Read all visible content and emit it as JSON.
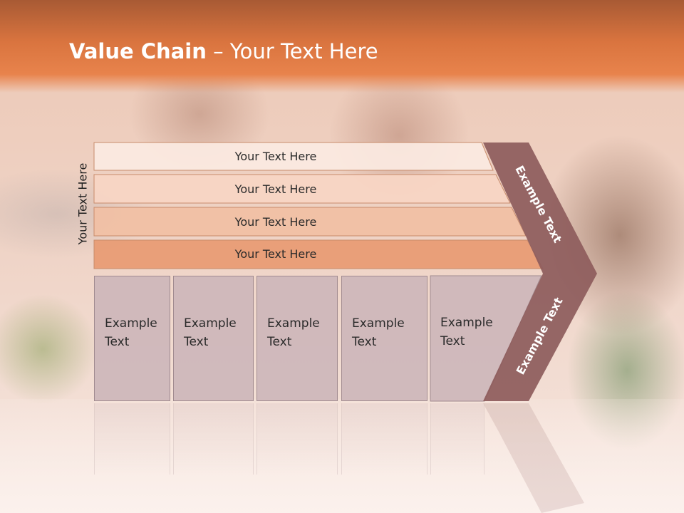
{
  "slide": {
    "title_bold": "Value Chain",
    "title_rest": " – Your Text Here",
    "side_label": "Your Text Here",
    "support_rows": [
      {
        "label": "Your Text Here"
      },
      {
        "label": "Your Text Here"
      },
      {
        "label": "Your Text Here"
      },
      {
        "label": "Your Text Here"
      }
    ],
    "primary_boxes": [
      {
        "line1": "Example",
        "line2": "Text"
      },
      {
        "line1": "Example",
        "line2": "Text"
      },
      {
        "line1": "Example",
        "line2": "Text"
      },
      {
        "line1": "Example",
        "line2": "Text"
      },
      {
        "line1": "Example",
        "line2": "Text"
      }
    ],
    "chevron_upper": "Example Text",
    "chevron_lower": "Example Text"
  },
  "colors": {
    "header": "#d9743f",
    "row_1": "#fbe9e1",
    "row_2": "#f7d5c4",
    "row_3": "#f1c0a4",
    "row_4": "#e89c75",
    "box": "#cdb6ba",
    "chevron": "#8e5d5d"
  }
}
